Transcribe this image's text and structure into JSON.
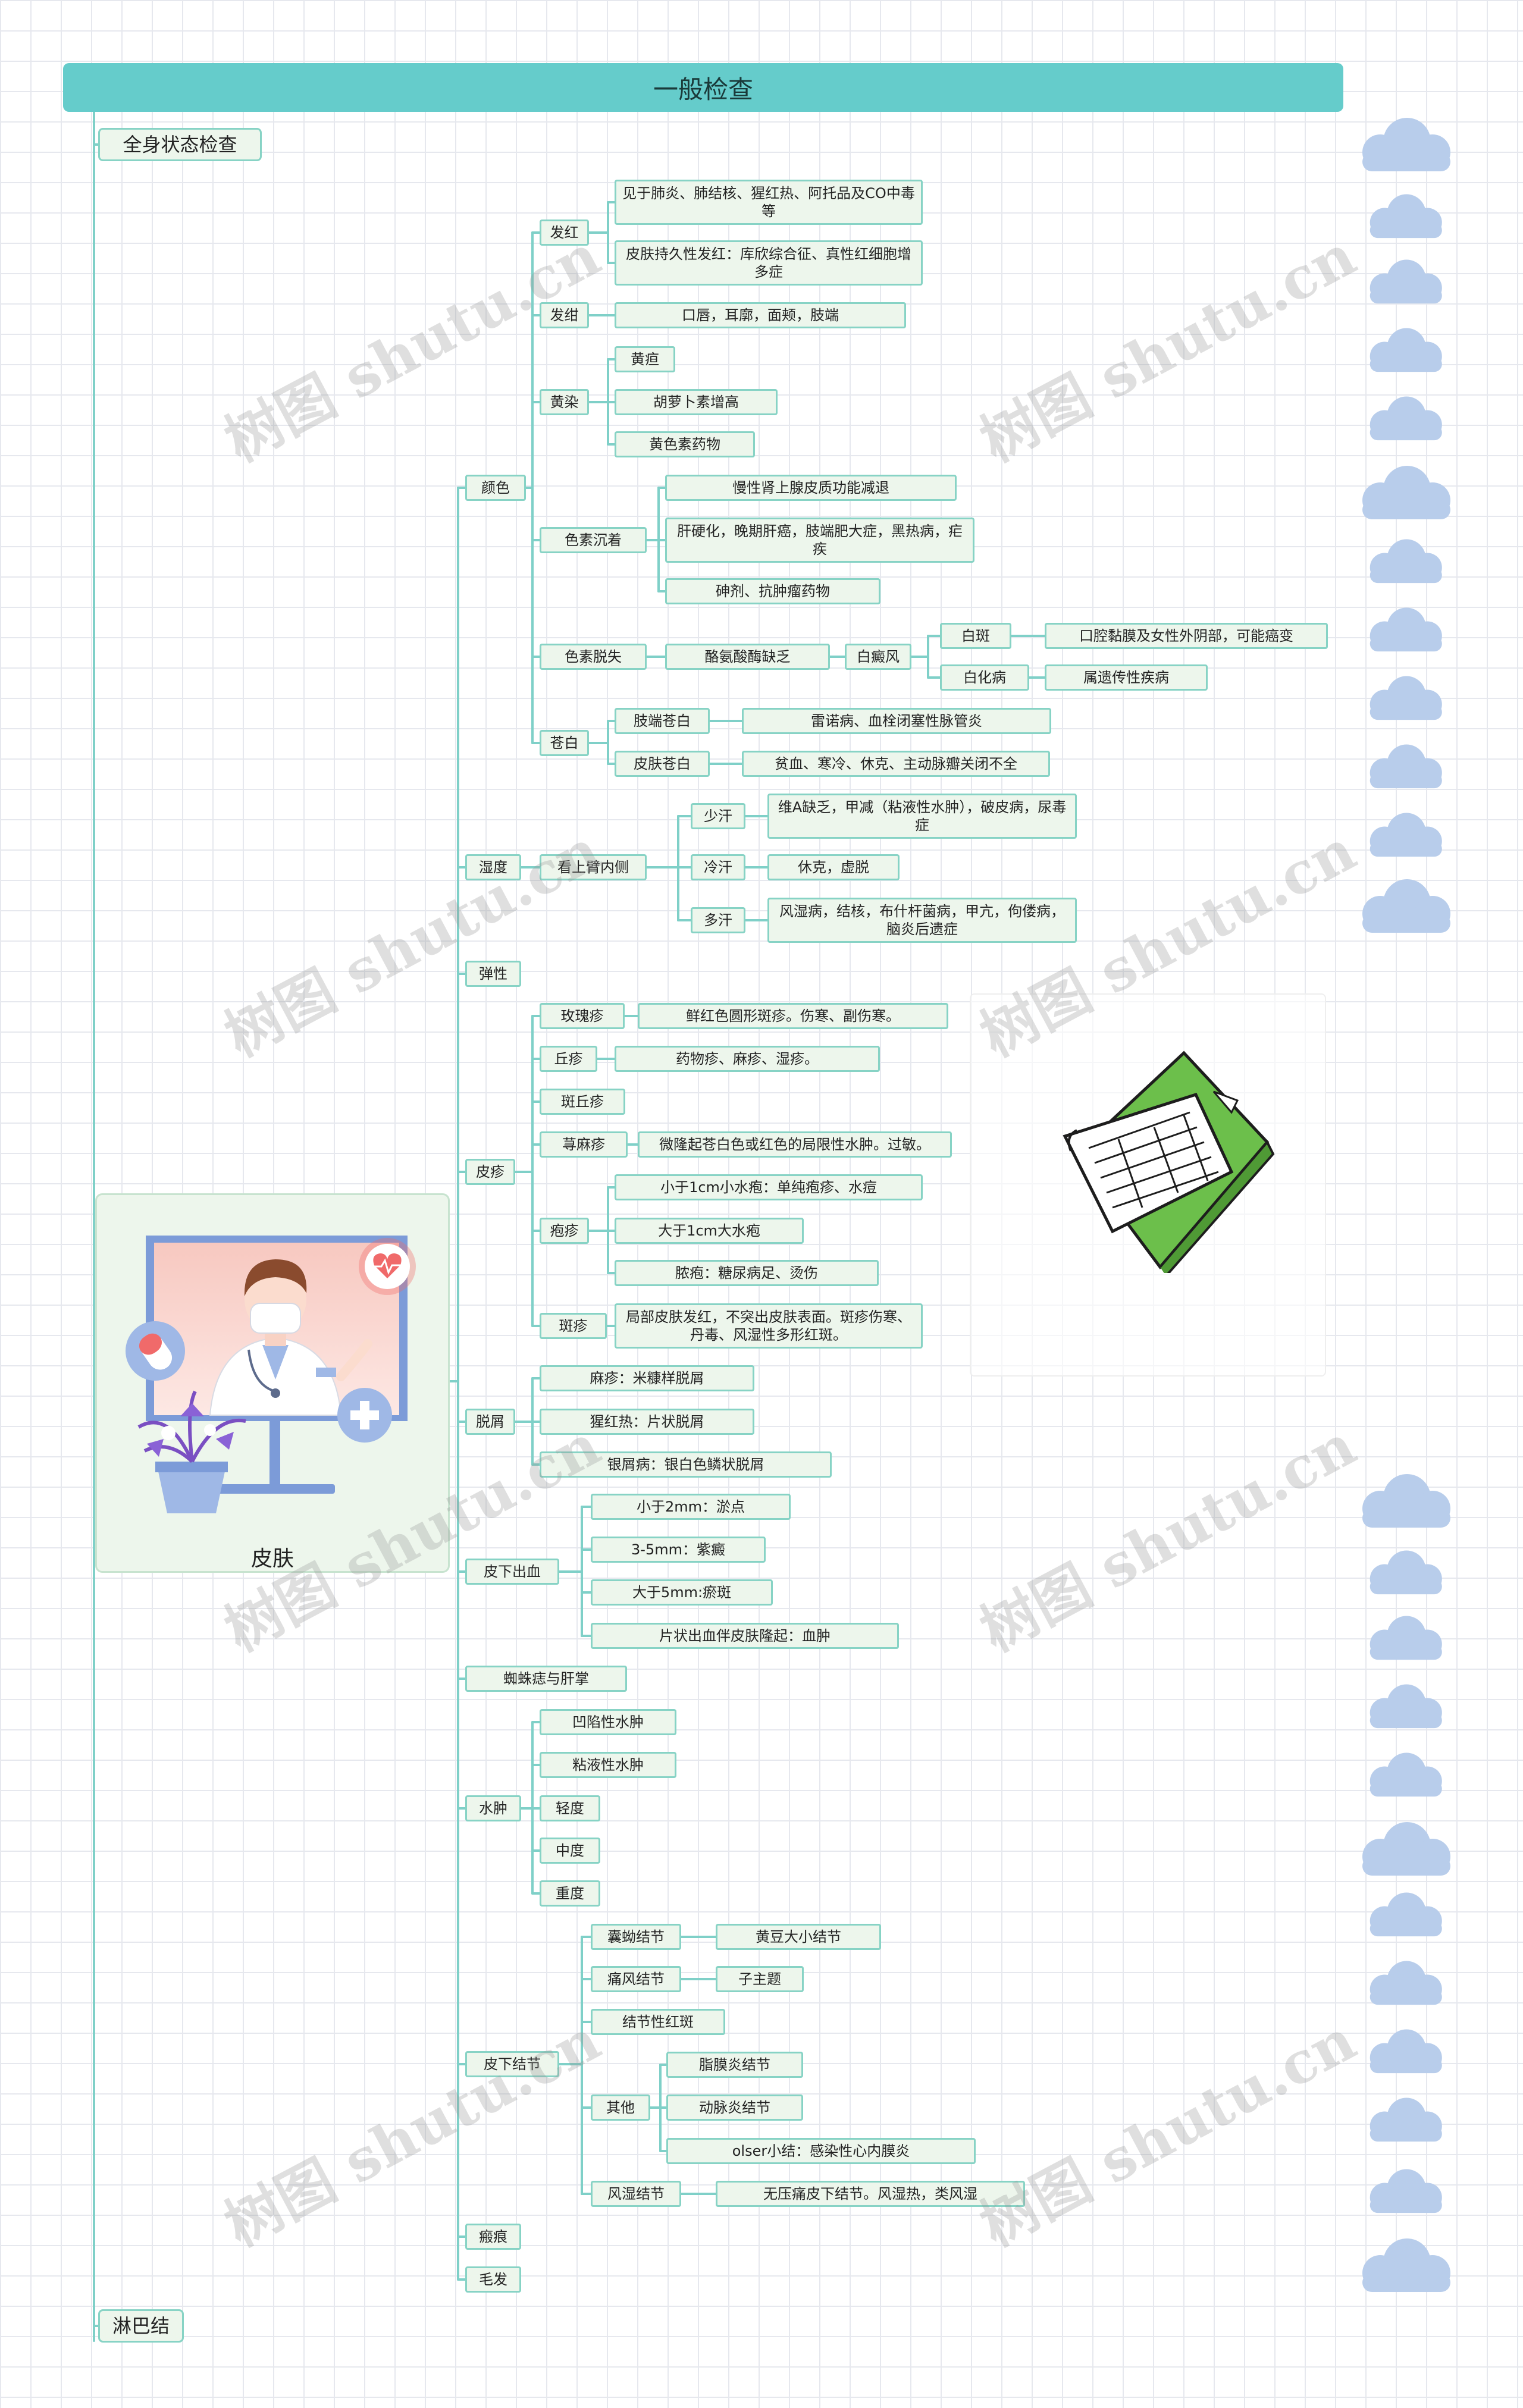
{
  "title": "一般检查",
  "branches": {
    "general_status": "全身状态检查",
    "skin": "皮肤",
    "lymph": "淋巴结"
  },
  "skin_items": {
    "color": "颜色",
    "flush": "发红",
    "flush_1": "见于肺炎、肺结核、猩红热、阿托品及CO中毒等",
    "flush_2": "皮肤持久性发红：库欣综合征、真性红细胞增多症",
    "cyanosis": "发绀",
    "cyanosis_1": "口唇，耳廓，面颊，肢端",
    "jaundice": "黄染",
    "jaundice_1": "黄疸",
    "jaundice_2": "胡萝卜素增高",
    "jaundice_3": "黄色素药物",
    "pigment": "色素沉着",
    "pigment_1": "慢性肾上腺皮质功能减退",
    "pigment_2": "肝硬化，晚期肝癌，肢端肥大症，黑热病，疟疾",
    "pigment_3": "砷剂、抗肿瘤药物",
    "depig": "色素脱失",
    "depig_1": "酪氨酸酶缺乏",
    "vitiligo": "白癜风",
    "leukoplakia": "白斑",
    "leukoplakia_1": "口腔黏膜及女性外阴部，可能癌变",
    "albinism": "白化病",
    "albinism_1": "属遗传性疾病",
    "pale": "苍白",
    "pale_limb": "肢端苍白",
    "pale_limb_1": "雷诺病、血栓闭塞性脉管炎",
    "pale_skin": "皮肤苍白",
    "pale_skin_1": "贫血、寒冷、休克、主动脉瓣关闭不全",
    "humidity": "湿度",
    "arm": "看上臂内侧",
    "less_sweat": "少汗",
    "less_sweat_1": "维A缺乏，甲减（粘液性水肿），破皮病，尿毒症",
    "cold_sweat": "冷汗",
    "cold_sweat_1": "休克，虚脱",
    "more_sweat": "多汗",
    "more_sweat_1": "风湿病，结核，布什杆菌病，甲亢，佝偻病，脑炎后遗症",
    "elasticity": "弹性",
    "rash": "皮疹",
    "roseola": "玫瑰疹",
    "roseola_1": "鲜红色圆形斑疹。伤寒、副伤寒。",
    "papule": "丘疹",
    "papule_1": "药物疹、麻疹、湿疹。",
    "maculopapule": "斑丘疹",
    "urticaria": "荨麻疹",
    "urticaria_1": "微隆起苍白色或红色的局限性水肿。过敏。",
    "blister": "疱疹",
    "blister_1": "小于1cm小水疱：单纯疱疹、水痘",
    "blister_2": "大于1cm大水疱",
    "blister_3": "脓疱：糖尿病足、烫伤",
    "macule": "斑疹",
    "macule_1": "局部皮肤发红，不突出皮肤表面。斑疹伤寒、丹毒、风湿性多形红斑。",
    "desquam": "脱屑",
    "desquam_1": "麻疹：米糠样脱屑",
    "desquam_2": "猩红热：片状脱屑",
    "desquam_3": "银屑病：银白色鳞状脱屑",
    "hemorrhage": "皮下出血",
    "hemorrhage_1": "小于2mm：淤点",
    "hemorrhage_2": "3-5mm：紫癜",
    "hemorrhage_3": "大于5mm:瘀斑",
    "hemorrhage_4": "片状出血伴皮肤隆起：血肿",
    "spider": "蜘蛛痣与肝掌",
    "edema": "水肿",
    "edema_1": "凹陷性水肿",
    "edema_2": "粘液性水肿",
    "edema_3": "轻度",
    "edema_4": "中度",
    "edema_5": "重度",
    "nodule": "皮下结节",
    "nodule_cyst": "囊蚴结节",
    "nodule_cyst_1": "黄豆大小结节",
    "nodule_gout": "痛风结节",
    "nodule_gout_1": "子主题",
    "nodule_erythema": "结节性红斑",
    "nodule_other": "其他",
    "nodule_other_1": "脂膜炎结节",
    "nodule_other_2": "动脉炎结节",
    "nodule_other_3": "olser小结：感染性心内膜炎",
    "nodule_rheum": "风湿结节",
    "nodule_rheum_1": "无压痛皮下结节。风湿热，类风湿",
    "scar": "瘢痕",
    "hair": "毛发"
  },
  "watermark": "树图 shutu.cn",
  "icons": [
    "doctor-illustration",
    "heart-monitor-icon",
    "pill-icon",
    "plus-icon",
    "flower-pot-icon",
    "document-folder-icon",
    "cloud-icon"
  ],
  "colors": {
    "title_bar": "#65cccb",
    "connector": "#7fd0c8",
    "node_fill": "#edf6ec",
    "node_border": "#87d3c5",
    "cloud": "#b8cdeb"
  }
}
